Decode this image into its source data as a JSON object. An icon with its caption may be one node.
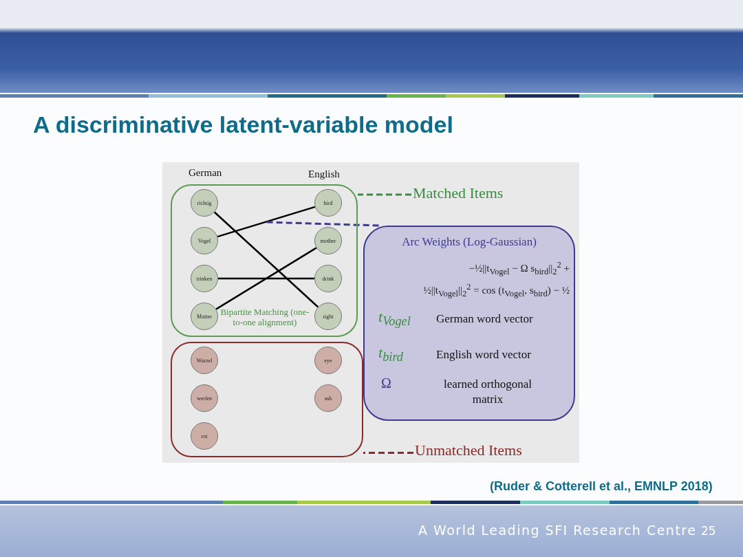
{
  "diagram": {
    "title": "A discriminative latent-variable model",
    "nodes": [
      {
        "text": [
          "Bipartite Matching (one-to-one alignment)"
        ]
      },
      {
        "text": [
          "richtig"
        ],
        "in": 0
      },
      {
        "text": [
          "Vogel"
        ],
        "in": 0
      },
      {
        "text": [
          "trinken"
        ],
        "in": 0
      },
      {
        "text": [
          "Mutter"
        ],
        "in": 0
      },
      {
        "text": [
          "bird"
        ],
        "in": 0
      },
      {
        "text": [
          "mother"
        ],
        "in": 0
      },
      {
        "text": [
          "drink"
        ],
        "in": 0
      },
      {
        "text": [
          "right"
        ],
        "in": 0
      },
      {
        "text": [],
        "shape": "box"
      },
      {
        "text": [
          "Wurzel"
        ],
        "in": 9
      },
      {
        "text": [
          "werfen"
        ],
        "in": 9
      },
      {
        "text": [
          "rot"
        ],
        "in": 9
      },
      {
        "text": [
          "eye"
        ],
        "in": 9
      },
      {
        "text": [
          "ash"
        ],
        "in": 9
      },
      {
        "text": [
          "Matched Items"
        ]
      },
      {
        "text": [
          "Unmatched Items"
        ]
      },
      {
        "text": [
          "Arc Weights (Log-Gaussian)",
          "−½||t$_{Vogel}$ − Ω s$_{bird}$||$_{2}$$^{2}$ + ½||t$_{Vogel}$||$_{2}$$^{2}$ = cos (t$_{Vogel}$, s$_{bird}$) − ½",
          "t$_{Vogel}$",
          "German word vector",
          "t$_{bird}$",
          "English word vector",
          "Ω",
          "learned orthogonal matrix"
        ]
      }
    ],
    "edges": [
      {
        "from": 1,
        "to": 8,
        "arrow": "none"
      },
      {
        "from": 2,
        "to": 5,
        "arrow": "none"
      },
      {
        "from": 3,
        "to": 7,
        "arrow": "none"
      },
      {
        "from": 4,
        "to": 6,
        "arrow": "none"
      },
      {
        "from": 15,
        "to": 0,
        "arrow": "none",
        "style": "dashed",
        "color": "#3b8a45"
      },
      {
        "from": 17,
        "to": null,
        "arrow": "none",
        "style": "dashed",
        "color": "#3d3a8c"
      },
      {
        "from": 16,
        "to": 9,
        "arrow": "none",
        "style": "dashed",
        "color": "#8a2a2a"
      }
    ],
    "labels": [
      "German",
      "English",
      "(Ruder & Cotterell et al., EMNLP 2018)",
      "A World Leading SFI Research Centre",
      "25"
    ]
  }
}
